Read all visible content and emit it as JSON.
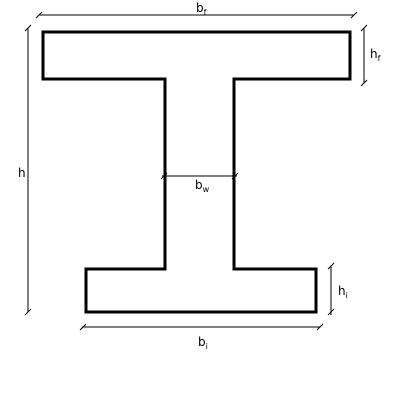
{
  "colors": {
    "background": "#ffffff",
    "outline": "#000000",
    "dimension_line": "#000000"
  },
  "labels": {
    "flange_width_top": {
      "base": "b",
      "sub": "f"
    },
    "flange_height_top": {
      "base": "h",
      "sub": "f"
    },
    "total_height": {
      "base": "h",
      "sub": ""
    },
    "web_width": {
      "base": "b",
      "sub": "w"
    },
    "flange_height_bottom": {
      "base": "h",
      "sub": "i"
    },
    "flange_width_bottom": {
      "base": "b",
      "sub": "i"
    }
  }
}
